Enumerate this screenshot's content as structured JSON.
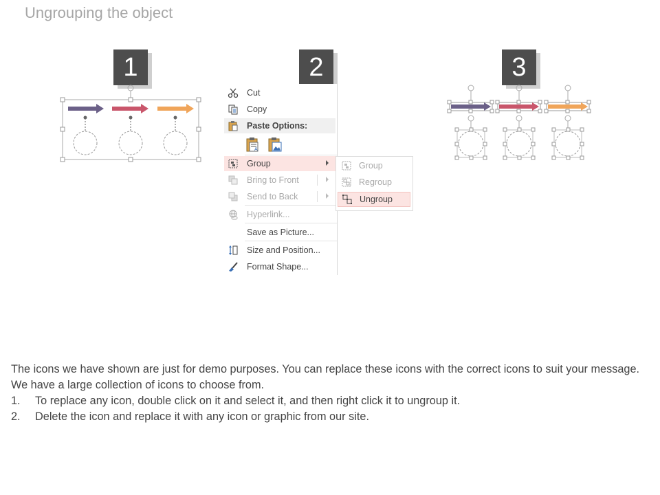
{
  "title": "Ungrouping the object",
  "steps": [
    "1",
    "2",
    "3"
  ],
  "context_menu": {
    "items": [
      {
        "label": "Cut",
        "icon": "scissors-icon"
      },
      {
        "label": "Copy",
        "icon": "copy-icon"
      },
      {
        "label": "Paste Options:",
        "icon": "clipboard-icon"
      },
      {
        "label": "Group",
        "icon": "group-icon"
      },
      {
        "label": "Bring to Front",
        "icon": "bring-to-front-icon"
      },
      {
        "label": "Send to Back",
        "icon": "send-to-back-icon"
      },
      {
        "label": "Hyperlink...",
        "icon": "hyperlink-icon"
      },
      {
        "label": "Save as Picture...",
        "icon": ""
      },
      {
        "label": "Size and Position...",
        "icon": "size-position-icon"
      },
      {
        "label": "Format Shape...",
        "icon": "format-shape-icon"
      }
    ]
  },
  "submenu": {
    "items": [
      {
        "label": "Group",
        "icon": "group-icon"
      },
      {
        "label": "Regroup",
        "icon": "regroup-icon"
      },
      {
        "label": "Ungroup",
        "icon": "ungroup-icon"
      }
    ]
  },
  "arrow_colors": [
    "#6b6088",
    "#c9566b",
    "#f0a55a"
  ],
  "highlight_color": "#fce4e2",
  "body": {
    "intro": "The icons we have shown are just for demo purposes. You can replace these icons with the correct icons to suit your message. We have a large collection of icons to choose from.",
    "steps": [
      {
        "num": "1.",
        "text": "To replace any icon, double click on it and select it, and then right click it to ungroup it."
      },
      {
        "num": "2.",
        "text": "Delete the icon and replace it with any icon or graphic from our site."
      }
    ]
  }
}
